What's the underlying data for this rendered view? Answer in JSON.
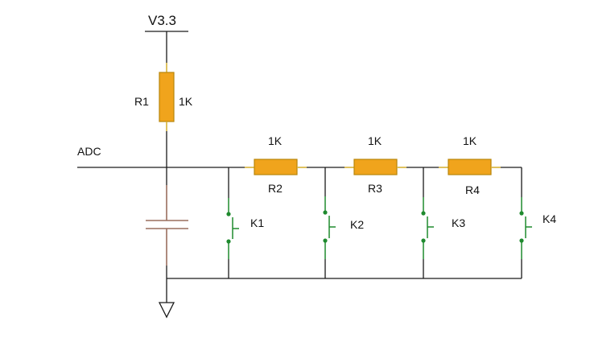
{
  "supply": {
    "label": "V3.3"
  },
  "adc": {
    "label": "ADC"
  },
  "resistors": [
    {
      "ref": "R1",
      "value": "1K"
    },
    {
      "ref": "R2",
      "value": "1K"
    },
    {
      "ref": "R3",
      "value": "1K"
    },
    {
      "ref": "R4",
      "value": "1K"
    }
  ],
  "switches": [
    {
      "ref": "K1"
    },
    {
      "ref": "K2"
    },
    {
      "ref": "K3"
    },
    {
      "ref": "K4"
    }
  ],
  "colors": {
    "wire": "#1a1a1a",
    "resistor_fill": "#f0a41c",
    "switch": "#1f8a2e",
    "capacitor": "#9a6e5e"
  }
}
